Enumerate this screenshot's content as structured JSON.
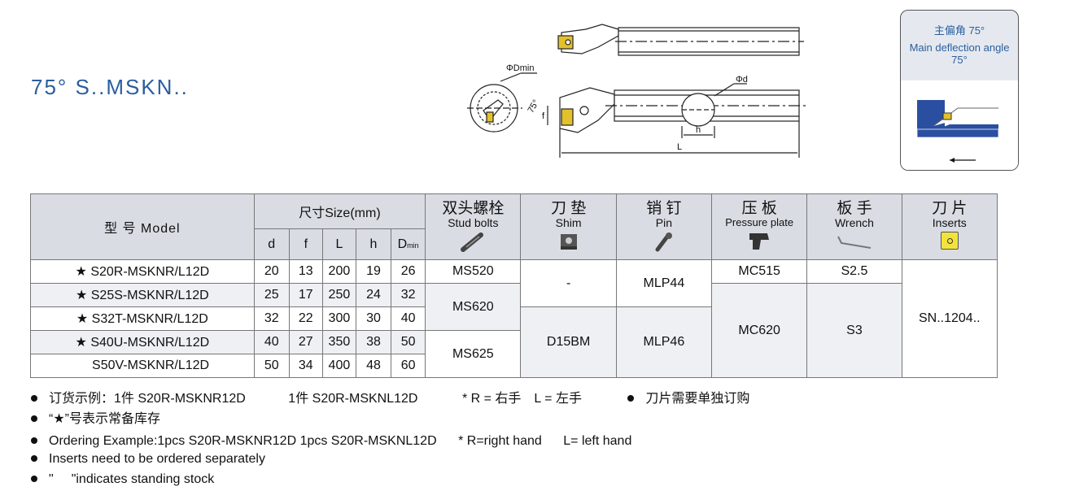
{
  "title": "75° S..MSKN..",
  "drawing": {
    "dmin_label": "ΦDmin",
    "d_label": "Φd",
    "angle_label": "75°",
    "f_label": "f",
    "h_label": "h",
    "l_label": "L"
  },
  "deflection": {
    "cn": "主偏角 75°",
    "en": "Main deflection angle 75°"
  },
  "table": {
    "model_header": "型 号 Model",
    "size_header": "尺寸Size(mm)",
    "size_cols": [
      "d",
      "f",
      "L",
      "h",
      "D"
    ],
    "dmin_sub": "min",
    "groups": [
      {
        "cn": "双头螺栓",
        "en": "Stud bolts",
        "icon": "stud-bolt-icon"
      },
      {
        "cn": "刀 垫",
        "en": "Shim",
        "icon": "shim-icon"
      },
      {
        "cn": "销 钉",
        "en": "Pin",
        "icon": "pin-icon"
      },
      {
        "cn": "压 板",
        "en": "Pressure plate",
        "icon": "pressure-plate-icon"
      },
      {
        "cn": "板 手",
        "en": "Wrench",
        "icon": "wrench-icon"
      },
      {
        "cn": "刀 片",
        "en": "Inserts",
        "icon": "insert-icon"
      }
    ],
    "rows": [
      {
        "star": "★",
        "model": "S20R-MSKNR/L12D",
        "d": "20",
        "f": "13",
        "L": "200",
        "h": "19",
        "D": "26"
      },
      {
        "star": "★",
        "model": "S25S-MSKNR/L12D",
        "d": "25",
        "f": "17",
        "L": "250",
        "h": "24",
        "D": "32"
      },
      {
        "star": "★",
        "model": "S32T-MSKNR/L12D",
        "d": "32",
        "f": "22",
        "L": "300",
        "h": "30",
        "D": "40"
      },
      {
        "star": "★",
        "model": "S40U-MSKNR/L12D",
        "d": "40",
        "f": "27",
        "L": "350",
        "h": "38",
        "D": "50"
      },
      {
        "star": "",
        "model": "S50V-MSKNR/L12D",
        "d": "50",
        "f": "34",
        "L": "400",
        "h": "48",
        "D": "60"
      }
    ],
    "accessories": {
      "stud": [
        "MS520",
        "MS620",
        "MS625"
      ],
      "shim": [
        "-",
        "D15BM"
      ],
      "pin": [
        "MLP44",
        "MLP46"
      ],
      "plate": [
        "MC515",
        "MC620"
      ],
      "wrench": [
        "S2.5",
        "S3"
      ],
      "insert": "SN..1204.."
    }
  },
  "notes": {
    "cn1_a": "订货示例：1件 S20R-MSKNR12D",
    "cn1_b": "1件 S20R-MSKNL12D",
    "cn1_c": "* R = 右手　L = 左手",
    "cn1_d": "刀片需要单独订购",
    "cn2": "“★”号表示常备库存",
    "en1_a": "Ordering Example:1pcs S20R-MSKNR12D 1pcs S20R-MSKNL12D",
    "en1_b": "* R=right hand",
    "en1_c": "L= left hand",
    "en2": "Inserts need to be ordered separately",
    "en3_a": "\"",
    "en3_b": "\"indicates standing stock"
  }
}
